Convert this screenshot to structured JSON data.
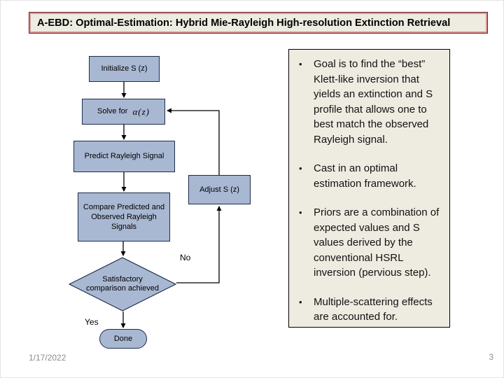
{
  "theme": {
    "beige": "#eeece1",
    "title_border": "#632423",
    "title_inner": "#d99694",
    "node_fill": "#a9b8d2",
    "node_border": "#1c2c49"
  },
  "slide": {
    "title": "A-EBD: Optimal-Estimation: Hybrid Mie-Rayleigh High-resolution Extinction Retrieval",
    "footer": {
      "date": "1/17/2022",
      "page": "3"
    }
  },
  "flowchart": {
    "nodes": {
      "initialize": "Initialize S (z)",
      "solve_prefix": "Solve for",
      "solve_math": "α(z)",
      "predict": "Predict Rayleigh Signal",
      "adjust": "Adjust S (z)",
      "compare": "Compare Predicted and Observed Rayleigh Signals",
      "decision": "Satisfactory comparison achieved",
      "done": "Done"
    },
    "edge_labels": {
      "no": "No",
      "yes": "Yes"
    }
  },
  "notes": {
    "bullets": [
      "Goal is to find the “best” Klett-like inversion that yields an extinction and S profile that allows one to best match the observed Rayleigh signal.",
      "Cast in an optimal estimation framework.",
      "Priors are a combination of expected values and S values derived by the conventional HSRL inversion (pervious step).",
      "Multiple-scattering effects are accounted for."
    ]
  }
}
